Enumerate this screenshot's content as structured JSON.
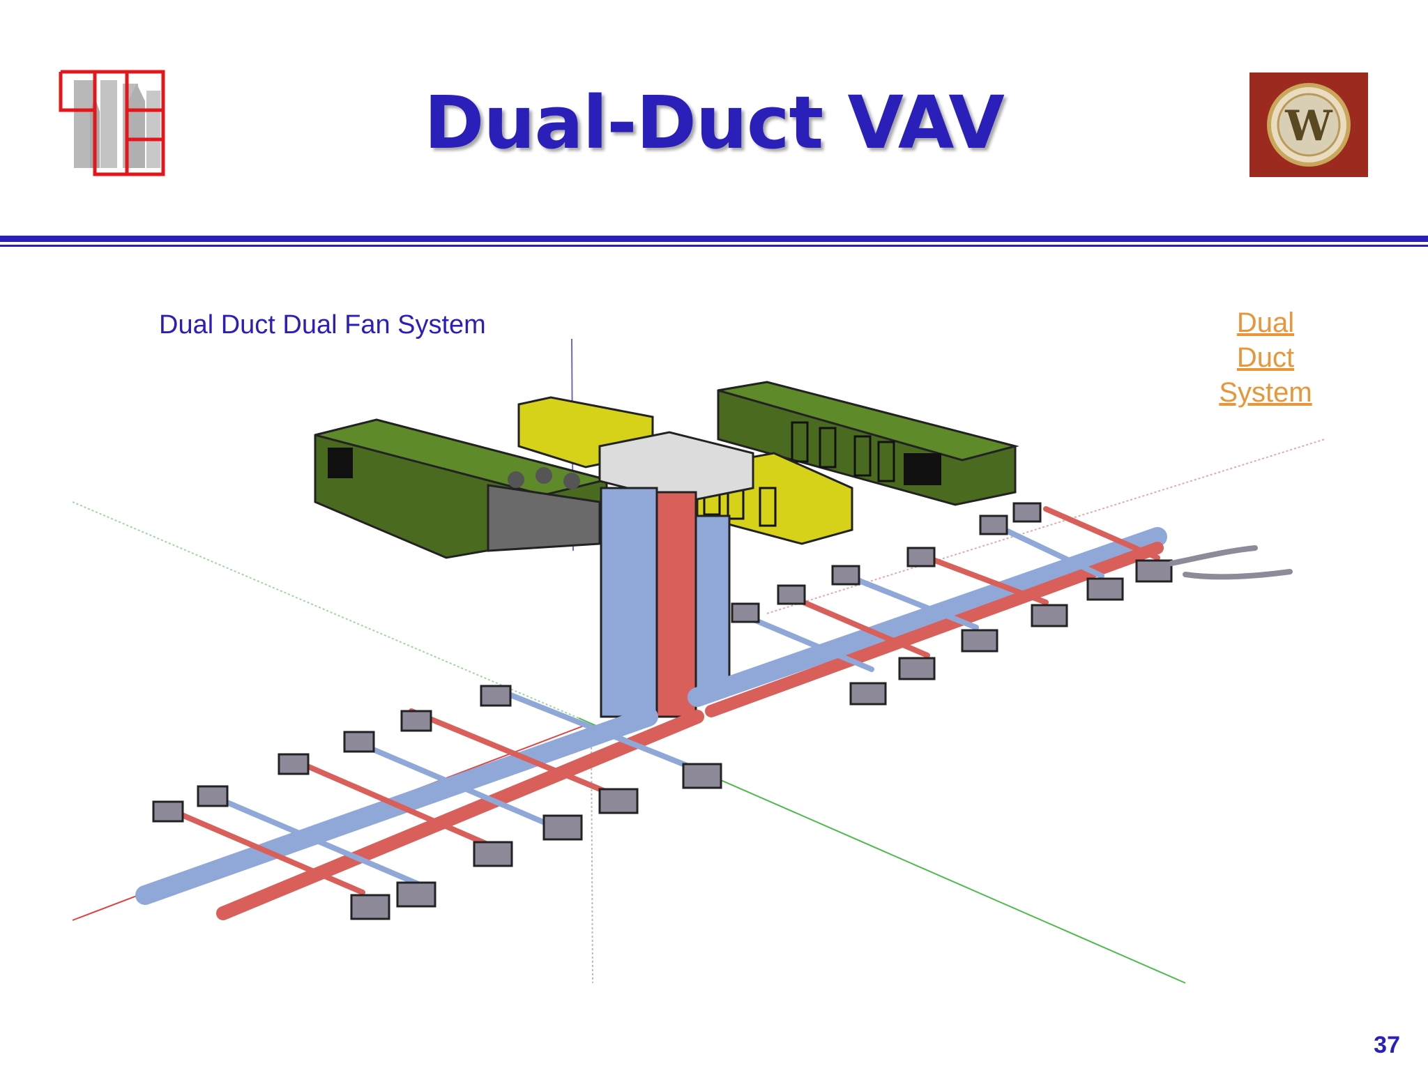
{
  "slide": {
    "title": "Dual-Duct VAV",
    "subtitle": "Dual Duct Dual Fan System",
    "link_lines": [
      "Dual",
      "Duct",
      "System"
    ],
    "page_number": "37"
  },
  "logos": {
    "left": {
      "icon": "city-grid-logo-icon"
    },
    "right": {
      "icon": "medallion-logo-icon",
      "text": "W"
    }
  },
  "colors": {
    "title": "#2a1fb8",
    "rule": "#2a1fb8",
    "link": "#e8963a",
    "cold_duct": "#8fa8d8",
    "hot_duct": "#d9605a",
    "air_handler": "#4a6b1f",
    "fan_box": "#d6d21a",
    "vav_box": "#8e8a9a"
  },
  "diagram": {
    "icon": "dual-duct-hvac-diagram-icon",
    "components": [
      "air-handling-units",
      "supply-fans",
      "cold-deck-duct",
      "hot-deck-duct",
      "vav-mixing-boxes"
    ]
  }
}
